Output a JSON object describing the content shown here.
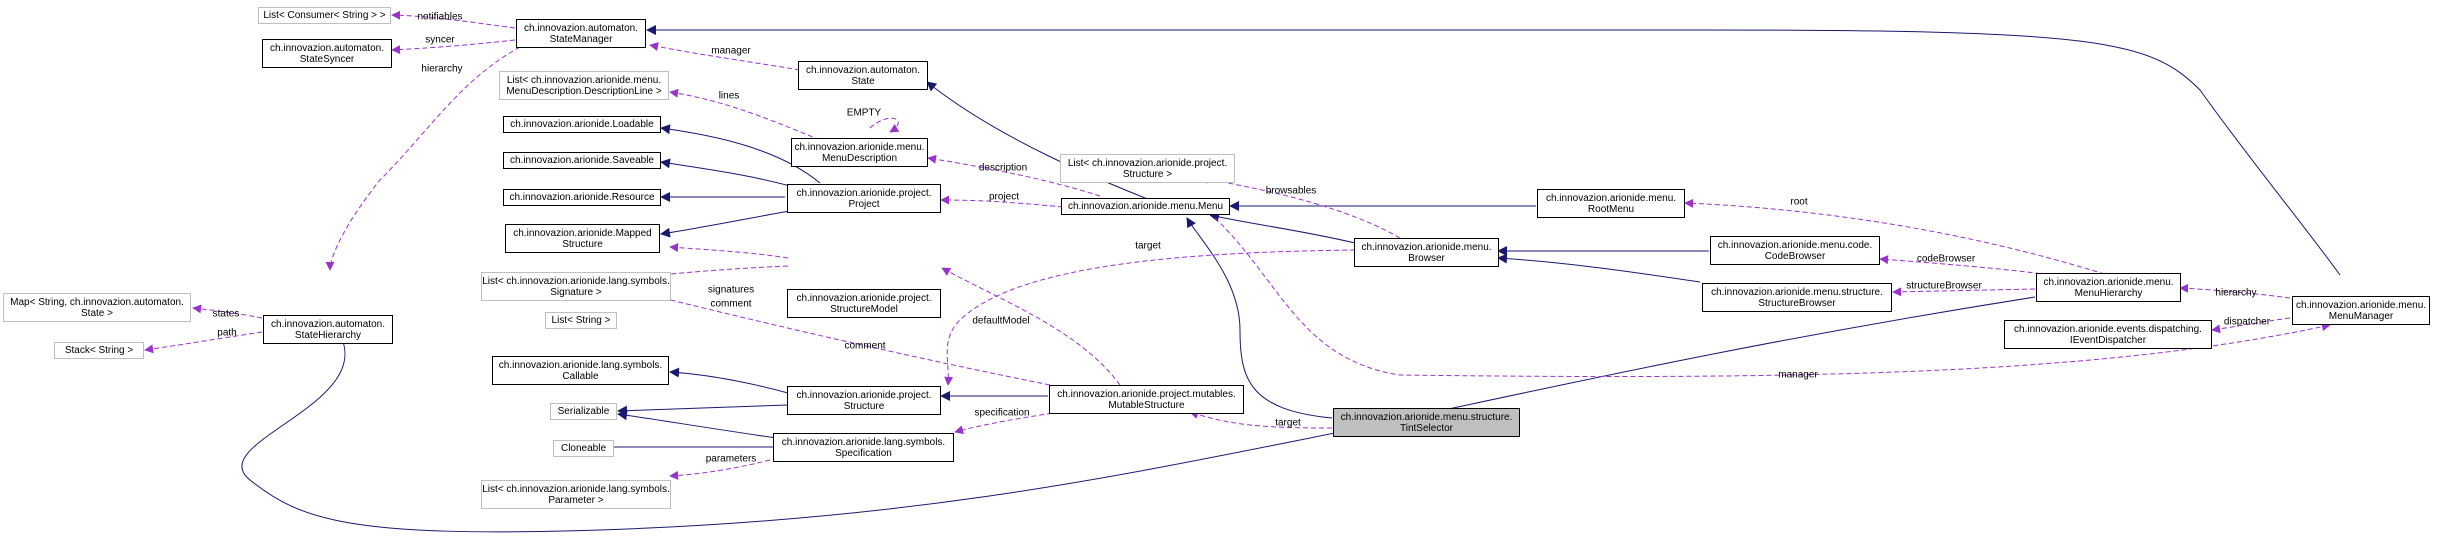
{
  "colors": {
    "inherit": "#191970",
    "use": "#9a32cd",
    "external_border": "#bfbfbf",
    "focus_fill": "#bfbfbf"
  },
  "nodes": {
    "list_consumer": "List< Consumer< String > >",
    "state_syncer": "ch.innovazion.automaton.\nStateSyncer",
    "state_manager": "ch.innovazion.automaton.\nStateManager",
    "state": "ch.innovazion.automaton.\nState",
    "list_desc_line": "List< ch.innovazion.arionide.menu.\nMenuDescription.DescriptionLine >",
    "loadable": "ch.innovazion.arionide.Loadable",
    "saveable": "ch.innovazion.arionide.Saveable",
    "resource": "ch.innovazion.arionide.Resource",
    "mapped_structure": "ch.innovazion.arionide.Mapped\nStructure",
    "menu_description": "ch.innovazion.arionide.menu.\nMenuDescription",
    "project": "ch.innovazion.arionide.project.\nProject",
    "list_structure": "List< ch.innovazion.arionide.project.\nStructure >",
    "menu": "ch.innovazion.arionide.menu.Menu",
    "root_menu": "ch.innovazion.arionide.menu.\nRootMenu",
    "browser": "ch.innovazion.arionide.menu.\nBrowser",
    "code_browser": "ch.innovazion.arionide.menu.code.\nCodeBrowser",
    "structure_browser": "ch.innovazion.arionide.menu.structure.\nStructureBrowser",
    "menu_hierarchy": "ch.innovazion.arionide.menu.\nMenuHierarchy",
    "menu_manager": "ch.innovazion.arionide.menu.\nMenuManager",
    "ievent_dispatcher": "ch.innovazion.arionide.events.dispatching.\nIEventDispatcher",
    "map_state": "Map< String, ch.innovazion.automaton.\nState >",
    "state_hierarchy": "ch.innovazion.automaton.\nStateHierarchy",
    "stack_string": "Stack< String >",
    "list_signature": "List< ch.innovazion.arionide.lang.symbols.\nSignature >",
    "structure_model": "ch.innovazion.arionide.project.\nStructureModel",
    "list_string": "List< String >",
    "callable": "ch.innovazion.arionide.lang.symbols.\nCallable",
    "structure": "ch.innovazion.arionide.project.\nStructure",
    "mutable_structure": "ch.innovazion.arionide.project.mutables.\nMutableStructure",
    "tint_selector": "ch.innovazion.arionide.menu.structure.\nTintSelector",
    "serializable": "Serializable",
    "cloneable": "Cloneable",
    "specification": "ch.innovazion.arionide.lang.symbols.\nSpecification",
    "list_parameter": "List< ch.innovazion.arionide.lang.symbols.\nParameter >"
  },
  "edge_labels": {
    "notifiables": "notifiables",
    "syncer": "syncer",
    "hierarchy": "hierarchy",
    "manager": "manager",
    "empty": "EMPTY",
    "lines": "lines",
    "description": "description",
    "project": "project",
    "browsables": "browsables",
    "root": "root",
    "code_browser": "codeBrowser",
    "structure_browser": "structureBrowser",
    "hierarchy2": "hierarchy",
    "dispatcher": "dispatcher",
    "manager2": "manager",
    "target": "target",
    "states": "states",
    "path": "path",
    "signatures": "signatures",
    "comment": "comment",
    "comment2": "comment",
    "default_model": "defaultModel",
    "specification": "specification",
    "parameters": "parameters",
    "target2": "target"
  }
}
